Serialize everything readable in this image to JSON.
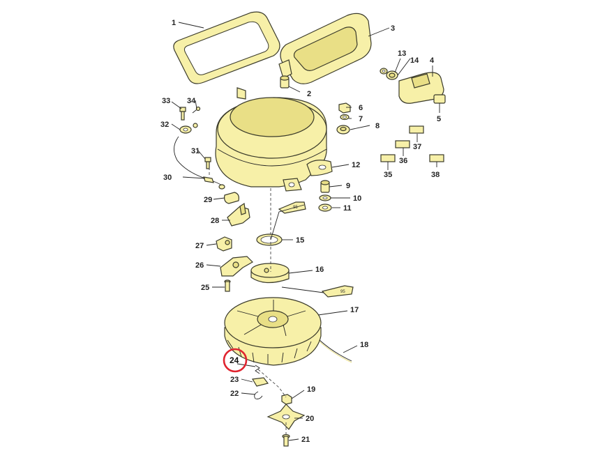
{
  "diagram": {
    "highlight_color": "#e0242f",
    "part_color": "#f7f0a8",
    "highlighted_callout": "24",
    "callouts": {
      "c1": "1",
      "c2": "2",
      "c3": "3",
      "c4": "4",
      "c5": "5",
      "c6": "6",
      "c7": "7",
      "c8": "8",
      "c9": "9",
      "c10": "10",
      "c11": "11",
      "c12": "12",
      "c13": "13",
      "c14": "14",
      "c15": "15",
      "c16": "16",
      "c17": "17",
      "c18": "18",
      "c19": "19",
      "c20": "20",
      "c21": "21",
      "c22": "22",
      "c23": "23",
      "c24": "24",
      "c25": "25",
      "c26": "26",
      "c27": "27",
      "c28": "28",
      "c29": "29",
      "c30": "30",
      "c31": "31",
      "c32": "32",
      "c33": "33",
      "c34": "34",
      "c35": "35",
      "c36": "36",
      "c37": "37",
      "c38": "38"
    },
    "tube_text_1": "95",
    "tube_text_2": "95"
  }
}
